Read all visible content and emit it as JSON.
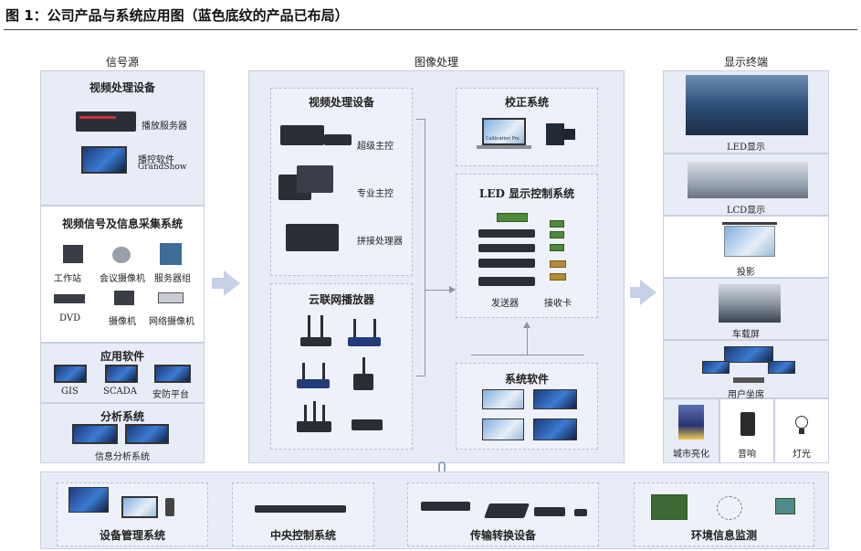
{
  "figure_title": "图 1：公司产品与系统应用图（蓝色底纹的产品已布局）",
  "columns": {
    "signal": "信号源",
    "processing": "图像处理",
    "display": "显示终端"
  },
  "signal_source": {
    "video_proc": {
      "title": "视频处理设备",
      "server_label": "播放服务器",
      "software_label_1": "播控软件",
      "software_label_2": "GrandShow"
    },
    "acq": {
      "title": "视频信号及信息采集系统",
      "items": [
        "工作站",
        "会议摄像机",
        "服务器组",
        "DVD",
        "摄像机",
        "网络摄像机"
      ]
    },
    "apps": {
      "title": "应用软件",
      "items": [
        "GIS",
        "SCADA",
        "安防平台"
      ]
    },
    "analysis": {
      "title": "分析系统",
      "label": "信息分析系统"
    }
  },
  "processing": {
    "video_proc": {
      "title": "视频处理设备",
      "items": [
        "超级主控",
        "专业主控",
        "拼接处理器"
      ]
    },
    "cloud": {
      "title": "云联网播放器"
    },
    "calib": {
      "title": "校正系统",
      "laptop_text": "Calibration Pro"
    },
    "led": {
      "title": "LED 显示控制系统",
      "sender": "发送器",
      "receiver": "接收卡"
    },
    "software": {
      "title": "系统软件"
    }
  },
  "display": {
    "items": [
      "LED显示",
      "LCD显示",
      "投影",
      "车载屏",
      "用户坐席"
    ],
    "bottom": [
      "城市亮化",
      "音响",
      "灯光"
    ]
  },
  "bottom_row": [
    "设备管理系统",
    "中央控制系统",
    "传输转换设备",
    "环境信息监测"
  ],
  "colors": {
    "panel_fill": "#e8ecf7",
    "arrow": "#c6d0e6",
    "border": "#c9cfe0"
  }
}
